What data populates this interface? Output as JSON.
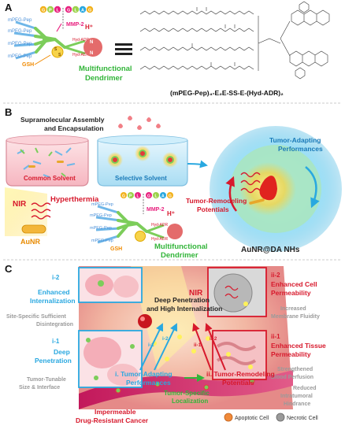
{
  "panel_a": {
    "letter": "A",
    "peg_labels": [
      "mPEG-Pep",
      "mPEG-Pep",
      "mPEG-Pep",
      "mPEG-Pep"
    ],
    "mmp_label": "MMP-2",
    "seq_letters": [
      "G",
      "P",
      "L",
      "G",
      "L",
      "A",
      "G"
    ],
    "hplus": "H⁺",
    "hyd_labels": [
      "Hyd-ADR",
      "Hyd-ADR"
    ],
    "gsh_label": "GSH",
    "s_labels": [
      "S",
      "S"
    ],
    "nh_labels": [
      "N",
      "N"
    ],
    "multifunctional": "Multifunctional",
    "dendrimer": "Dendrimer",
    "formula": "(mPEG-Pep)₄-E₂E-SS-E-(Hyd-ADR)₂"
  },
  "panel_b": {
    "letter": "B",
    "assembly_title_1": "Supramolecular Assembly",
    "assembly_title_2": "and Encapsulation",
    "common_solvent": "Common Solvent",
    "selective_solvent": "Selective Solvent",
    "nir": "NIR",
    "hyperthermia": "Hyperthermia",
    "aunr": "AuNR",
    "peg_labels": [
      "mPEG-Pep",
      "mPEG-Pep",
      "mPEG-Pep",
      "mPEG-Pep"
    ],
    "mmp_label": "MMP-2",
    "seq_letters": [
      "G",
      "P",
      "L",
      "G",
      "L",
      "A",
      "G"
    ],
    "hplus": "H⁺",
    "hyd_labels": [
      "Hyd-ADR",
      "Hyd-ADR"
    ],
    "gsh_label": "GSH",
    "multifunctional": "Multifunctional",
    "dendrimer": "Dendrimer",
    "tumor_adapting_1": "Tumor-Adapting",
    "tumor_adapting_2": "Performances",
    "tumor_remodeling_1": "Tumor-Remodeling",
    "tumor_remodeling_2": "Potentials",
    "aunr_da": "AuNR@DA NHs"
  },
  "panel_c": {
    "letter": "C",
    "i2_tag": "i-2",
    "i2_title_1": "Enhanced",
    "i2_title_2": "Internalization",
    "i2_sub_1": "Site-Specific Sufficient",
    "i2_sub_2": "Disintegration",
    "i1_tag": "i-1",
    "i1_title_1": "Deep",
    "i1_title_2": "Penetration",
    "i1_sub_1": "Tumor-Tunable",
    "i1_sub_2": "Size & Interface",
    "ii2_tag": "ii-2",
    "ii2_title_1": "Enhanced Cell",
    "ii2_title_2": "Permeability",
    "ii2_sub_1": "Increased",
    "ii2_sub_2": "Membrane Fluidity",
    "ii1_tag": "ii-1",
    "ii1_title_1": "Enhanced Tissue",
    "ii1_title_2": "Permeability",
    "ii1_sub_1": "Strengthened",
    "ii1_sub_2": "Blood Perfusion",
    "ii1_sub_3": "Reduced",
    "ii1_sub_4": "Intratumoral",
    "ii1_sub_5": "Hindrance",
    "nir": "NIR",
    "deep_pen_1": "Deep Penetration",
    "deep_pen_2": "and High Internalization",
    "arrow_i1": "i-1",
    "arrow_i2": "i-2",
    "arrow_ii1": "ii-1",
    "arrow_ii2": "ii-2",
    "center_left_1": "i. Tumor-Adapting",
    "center_left_2": "Performances",
    "center_right_1": "ii. Tumor-Remodeling",
    "center_right_2": "Potentials",
    "specific_1": "Tumor-Specific",
    "specific_2": "Localization",
    "impermeable_1": "Impermeable",
    "impermeable_2": "Drug-Resistant Cancer",
    "apoptotic": "Apoptotic Cell",
    "necrotic": "Necrotic Cell"
  },
  "colors": {
    "mmp": "#e8217f",
    "green": "#33b53a",
    "cyan": "#29a8e0",
    "red": "#d7192c",
    "grey": "#9a9a9a",
    "peg": "#4a90d9",
    "orange": "#f5a623"
  }
}
